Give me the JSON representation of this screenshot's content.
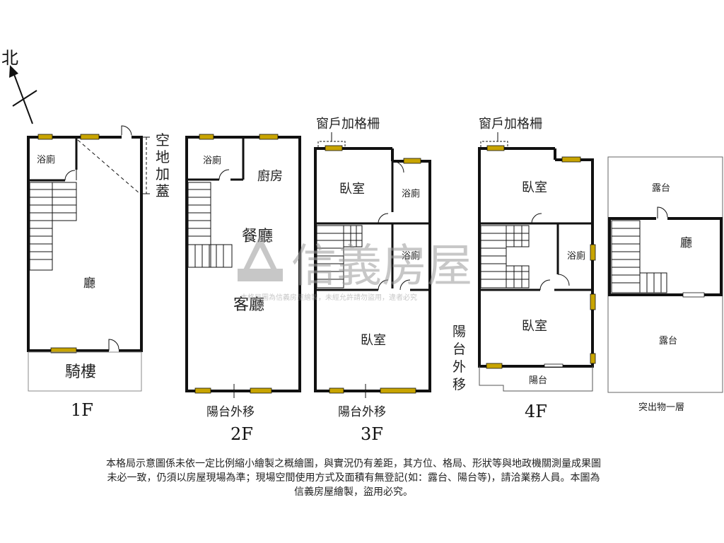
{
  "compass": {
    "north": "北"
  },
  "floors": {
    "f1": {
      "caption": "1F",
      "rooms": {
        "bath": "浴廁",
        "hall": "廳",
        "arcade": "騎樓"
      },
      "side_note": [
        "空",
        "地",
        "加",
        "蓋"
      ]
    },
    "f2": {
      "caption": "2F",
      "rooms": {
        "bath": "浴廁",
        "kitchen": "廚房",
        "dining": "餐廳",
        "living": "客廳"
      },
      "note": "陽台外移"
    },
    "f3": {
      "caption": "3F",
      "rooms": {
        "bedroom1": "臥室",
        "bath1": "浴廁",
        "bath2": "浴廁",
        "bedroom2": "臥室"
      },
      "window_note": "窗戶加格柵",
      "note": "陽台外移"
    },
    "f4": {
      "caption": "4F",
      "rooms": {
        "bedroom1": "臥室",
        "bath": "浴廁",
        "bedroom2": "臥室",
        "balcony": "陽台"
      },
      "window_note": "窗戶加格柵",
      "side_note": [
        "陽",
        "台",
        "外",
        "移"
      ]
    },
    "roof": {
      "caption": "突出物一層",
      "rooms": {
        "terrace1": "露台",
        "hall": "廳",
        "terrace2": "露台"
      }
    }
  },
  "watermark": {
    "brand": "信義房屋",
    "small": "本格局圖為信義房屋繪製，未經允許請勿盜用，違者必究"
  },
  "disclaimer": "本格局示意圖係未依一定比例縮小繪製之概繪圖，與實況仍有差距，其方位、格局、形狀等與地政機關測量成果圖未必一致，仍須以房屋現場為準；現場空間使用方式及面積有無登記(如：露台、陽台等)，請洽業務人員。本圖為信義房屋繪製，盜用必究。",
  "colors": {
    "wall": "#111111",
    "window": "#c8a400",
    "watermark": "#9a9a9a"
  }
}
